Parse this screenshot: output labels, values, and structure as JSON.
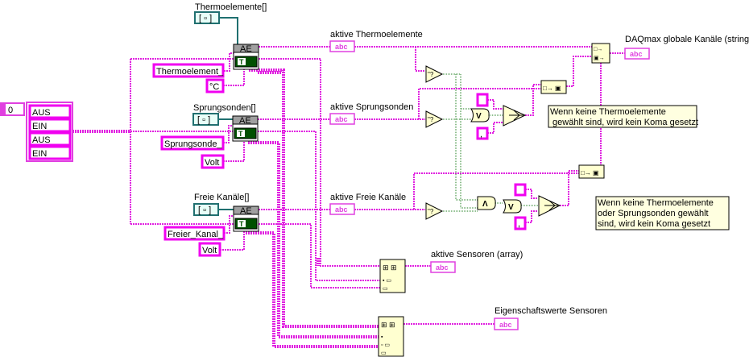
{
  "colors": {
    "string_wire": "#e020e0",
    "cluster_wire": "#207070",
    "boolean_wire": "#208020",
    "comment_bg": "#ffffe0"
  },
  "index_control": {
    "value": "0"
  },
  "string_array": {
    "items": [
      "AUS",
      "EIN",
      "AUS",
      "EIN"
    ]
  },
  "groups": [
    {
      "array_label": "Thermoelemente[]",
      "node_label": "AE",
      "prefix": "Thermoelement_",
      "unit": "°C",
      "output_label": "aktive Thermoelemente"
    },
    {
      "array_label": "Sprungsonden[]",
      "node_label": "AE",
      "prefix": "Sprungsonde_",
      "unit": "Volt",
      "output_label": "aktive Sprungsonden"
    },
    {
      "array_label": "Freie Kanäle[]",
      "node_label": "AE",
      "prefix": "Freier_Kanal_",
      "unit": "Volt",
      "output_label": "aktive Freie Kanäle"
    }
  ],
  "indicator_glyph": "abc",
  "separator_constant": ",",
  "global_output_label": "DAQmax globale Kanäle (string)",
  "comments": [
    {
      "line1": "Wenn keine Thermoelemente",
      "line2": " gewählt sind, wird kein Koma gesetzt"
    },
    {
      "line1": "Wenn keine Thermoelemente",
      "line2": "oder Sprungsonden gewählt",
      "line3": "sind, wird kein Koma gesetzt"
    }
  ],
  "sensors_array_label": "aktive Sensoren (array)",
  "properties_label": "Eigenschaftswerte Sensoren",
  "gates": {
    "or": "V",
    "and": "Λ"
  }
}
